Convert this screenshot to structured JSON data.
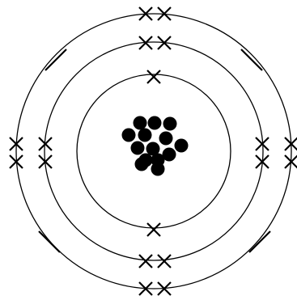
{
  "diagram": {
    "type": "bohr-atom-model",
    "nucleus": {
      "particle_count": 14,
      "color": "#000000"
    },
    "shells": [
      {
        "id": "inner",
        "electrons": 2
      },
      {
        "id": "middle",
        "electrons": 8
      },
      {
        "id": "outer",
        "electrons": 8
      }
    ],
    "electron_symbol": "cross",
    "line_color": "#000000",
    "background": "#ffffff"
  }
}
